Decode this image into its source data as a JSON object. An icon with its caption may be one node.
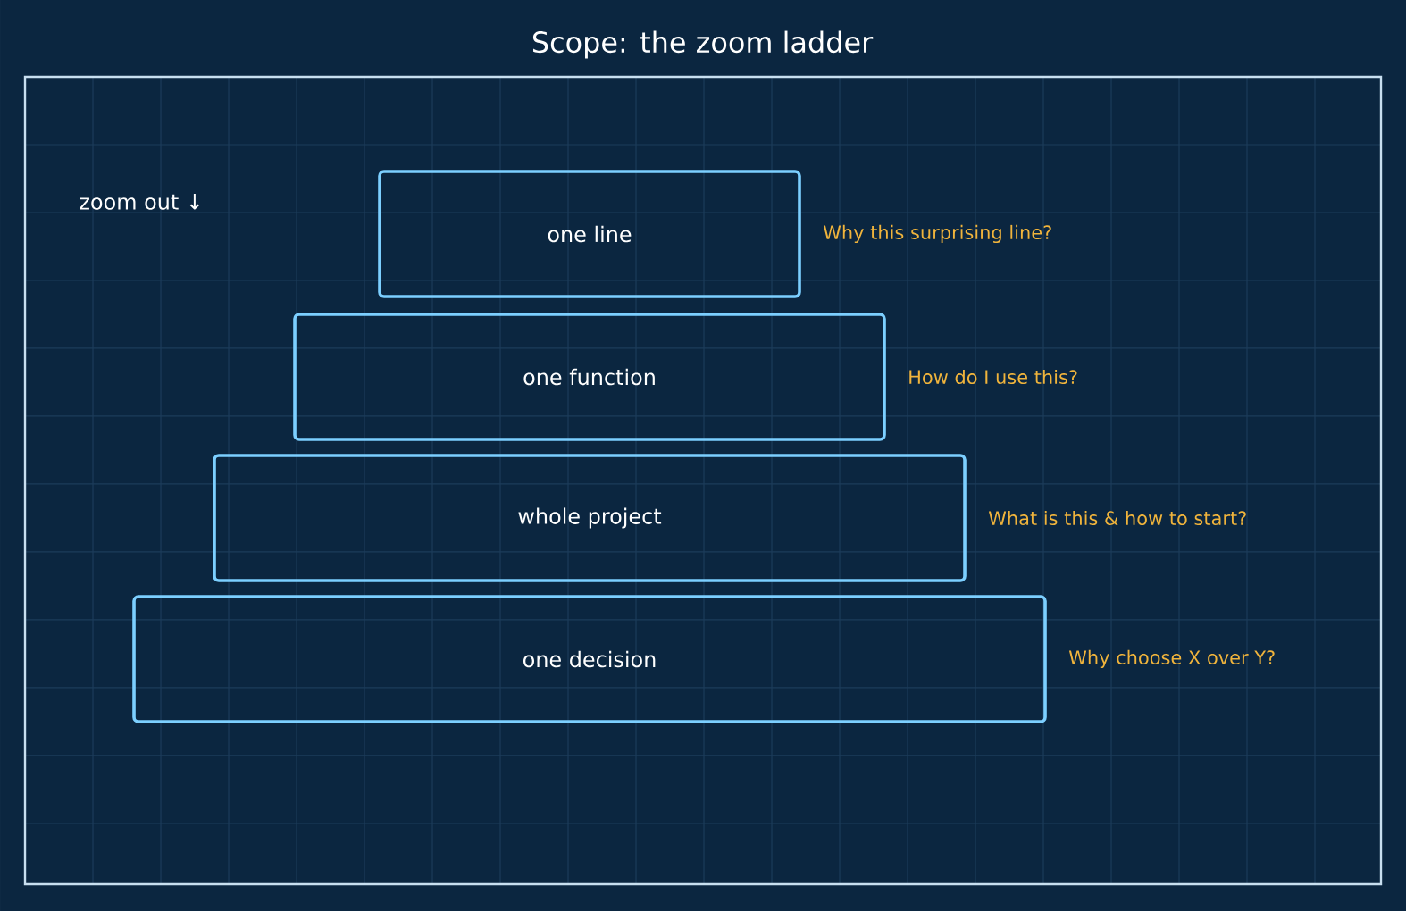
{
  "diagram": {
    "title": "Scope: the zoom ladder",
    "nodes": [
      {
        "text": [
          "one line"
        ],
        "beside": [
          "Why this surprising line?"
        ]
      },
      {
        "text": [
          "one function"
        ],
        "beside": [
          "How do I use this?"
        ]
      },
      {
        "text": [
          "whole project"
        ],
        "beside": [
          "What is this & how to start?"
        ]
      },
      {
        "text": [
          "one decision"
        ],
        "beside": [
          "Why choose X over Y?"
        ]
      }
    ],
    "labels": [
      "zoom out ↓"
    ]
  }
}
